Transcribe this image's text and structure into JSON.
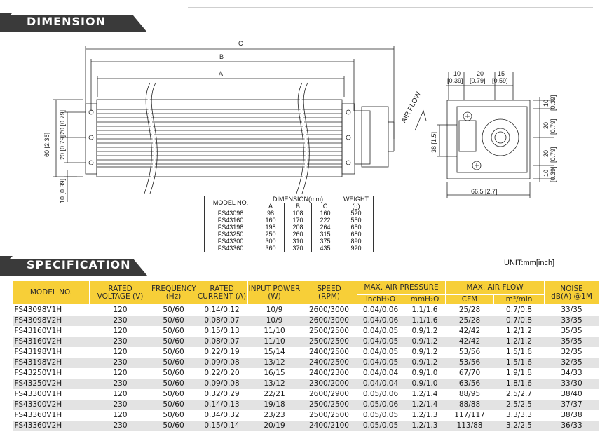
{
  "sections": {
    "dimension_title": "DIMENSION",
    "specification_title": "SPECIFICATION",
    "band_color": "#3a3a3a"
  },
  "unit_label": "UNIT:mm[inch]",
  "drawing": {
    "labels": {
      "c": "C",
      "b": "B",
      "a": "A",
      "left_60": "60 [2.36]",
      "left_20a": "20 [0.79]",
      "left_20b": "20 [0.79]",
      "left_10": "10 [0.39]",
      "airflow": "AIR FLOW",
      "top_10": "10",
      "top_10i": "[0.39]",
      "top_20": "20",
      "top_20i": "[0.79]",
      "top_15": "15",
      "top_15i": "[0.59]",
      "side_38": "38 [1.5]",
      "right_10a": "10",
      "right_10ai": "[0.39]",
      "right_20a": "20",
      "right_20ai": "[0.79]",
      "right_20b": "20",
      "right_20bi": "[0.79]",
      "right_10b": "10",
      "right_10bi": "[0.39]",
      "bottom_665": "66.5 [2.7]"
    }
  },
  "dimension_table": {
    "headers": {
      "model": "MODEL NO.",
      "dimension": "DIMENSION(mm)",
      "weight": "WEIGHT",
      "weight_unit": "(g)",
      "a": "A",
      "b": "B",
      "c": "C"
    },
    "rows": [
      {
        "model": "FS43098",
        "a": "98",
        "b": "108",
        "c": "160",
        "weight": "520"
      },
      {
        "model": "FS43160",
        "a": "160",
        "b": "170",
        "c": "222",
        "weight": "550"
      },
      {
        "model": "FS43198",
        "a": "198",
        "b": "208",
        "c": "264",
        "weight": "650"
      },
      {
        "model": "FS43250",
        "a": "250",
        "b": "260",
        "c": "315",
        "weight": "680"
      },
      {
        "model": "FS43300",
        "a": "300",
        "b": "310",
        "c": "375",
        "weight": "890"
      },
      {
        "model": "FS43360",
        "a": "360",
        "b": "370",
        "c": "435",
        "weight": "920"
      }
    ]
  },
  "spec_table": {
    "header_color": "#f7cf38",
    "headers": {
      "model": "MODEL NO.",
      "voltage_1": "RATED",
      "voltage_2": "VOLTAGE (V)",
      "freq_1": "FREQUENCY",
      "freq_2": "(Hz)",
      "current_1": "RATED",
      "current_2": "CURRENT (A)",
      "power_1": "INPUT POWER",
      "power_2": "(W)",
      "speed_1": "SPEED",
      "speed_2": "(RPM)",
      "pressure": "MAX. AIR PRESSURE",
      "pressure_inch": "inchH₂O",
      "pressure_mm": "mmH₂O",
      "flow": "MAX. AIR FLOW",
      "flow_cfm": "CFM",
      "flow_m3": "m³/min",
      "noise_1": "NOISE",
      "noise_2": "dB(A) @1M"
    },
    "rows": [
      {
        "model": "FS43098V1H",
        "voltage": "120",
        "freq": "50/60",
        "current": "0.14/0.12",
        "power": "10/9",
        "speed": "2600/3000",
        "inch": "0.04/0.06",
        "mm": "1.1/1.6",
        "cfm": "25/28",
        "m3": "0.7/0.8",
        "noise": "33/35"
      },
      {
        "model": "FS43098V2H",
        "voltage": "230",
        "freq": "50/60",
        "current": "0.08/0.07",
        "power": "10/9",
        "speed": "2600/3000",
        "inch": "0.04/0.06",
        "mm": "1.1/1.6",
        "cfm": "25/28",
        "m3": "0.7/0.8",
        "noise": "33/35"
      },
      {
        "model": "FS43160V1H",
        "voltage": "120",
        "freq": "50/60",
        "current": "0.15/0.13",
        "power": "11/10",
        "speed": "2500/2500",
        "inch": "0.04/0.05",
        "mm": "0.9/1.2",
        "cfm": "42/42",
        "m3": "1.2/1.2",
        "noise": "35/35"
      },
      {
        "model": "FS43160V2H",
        "voltage": "230",
        "freq": "50/60",
        "current": "0.08/0.07",
        "power": "11/10",
        "speed": "2500/2500",
        "inch": "0.04/0.05",
        "mm": "0.9/1.2",
        "cfm": "42/42",
        "m3": "1.2/1.2",
        "noise": "35/35"
      },
      {
        "model": "FS43198V1H",
        "voltage": "120",
        "freq": "50/60",
        "current": "0.22/0.19",
        "power": "15/14",
        "speed": "2400/2500",
        "inch": "0.04/0.05",
        "mm": "0.9/1.2",
        "cfm": "53/56",
        "m3": "1.5/1.6",
        "noise": "32/35"
      },
      {
        "model": "FS43198V2H",
        "voltage": "230",
        "freq": "50/60",
        "current": "0.09/0.08",
        "power": "13/12",
        "speed": "2400/2500",
        "inch": "0.04/0.05",
        "mm": "0.9/1.2",
        "cfm": "53/56",
        "m3": "1.5/1.6",
        "noise": "32/35"
      },
      {
        "model": "FS43250V1H",
        "voltage": "120",
        "freq": "50/60",
        "current": "0.22/0.20",
        "power": "16/15",
        "speed": "2400/2300",
        "inch": "0.04/0.04",
        "mm": "0.9/1.0",
        "cfm": "67/70",
        "m3": "1.9/1.8",
        "noise": "34/33"
      },
      {
        "model": "FS43250V2H",
        "voltage": "230",
        "freq": "50/60",
        "current": "0.09/0.08",
        "power": "13/12",
        "speed": "2300/2000",
        "inch": "0.04/0.04",
        "mm": "0.9/1.0",
        "cfm": "63/56",
        "m3": "1.8/1.6",
        "noise": "33/30"
      },
      {
        "model": "FS43300V1H",
        "voltage": "120",
        "freq": "50/60",
        "current": "0.32/0.29",
        "power": "22/21",
        "speed": "2600/2900",
        "inch": "0.05/0.06",
        "mm": "1.2/1.4",
        "cfm": "88/95",
        "m3": "2.5/2.7",
        "noise": "38/40"
      },
      {
        "model": "FS43300V2H",
        "voltage": "230",
        "freq": "50/60",
        "current": "0.14/0.13",
        "power": "19/18",
        "speed": "2500/2500",
        "inch": "0.05/0.06",
        "mm": "1.2/1.4",
        "cfm": "88/88",
        "m3": "2.5/2.5",
        "noise": "37/37"
      },
      {
        "model": "FS43360V1H",
        "voltage": "120",
        "freq": "50/60",
        "current": "0.34/0.32",
        "power": "23/23",
        "speed": "2500/2500",
        "inch": "0.05/0.05",
        "mm": "1.2/1.3",
        "cfm": "117/117",
        "m3": "3.3/3.3",
        "noise": "38/38"
      },
      {
        "model": "FS43360V2H",
        "voltage": "230",
        "freq": "50/60",
        "current": "0.15/0.14",
        "power": "20/19",
        "speed": "2400/2100",
        "inch": "0.05/0.05",
        "mm": "1.2/1.3",
        "cfm": "113/88",
        "m3": "3.2/2.5",
        "noise": "36/33"
      }
    ]
  }
}
